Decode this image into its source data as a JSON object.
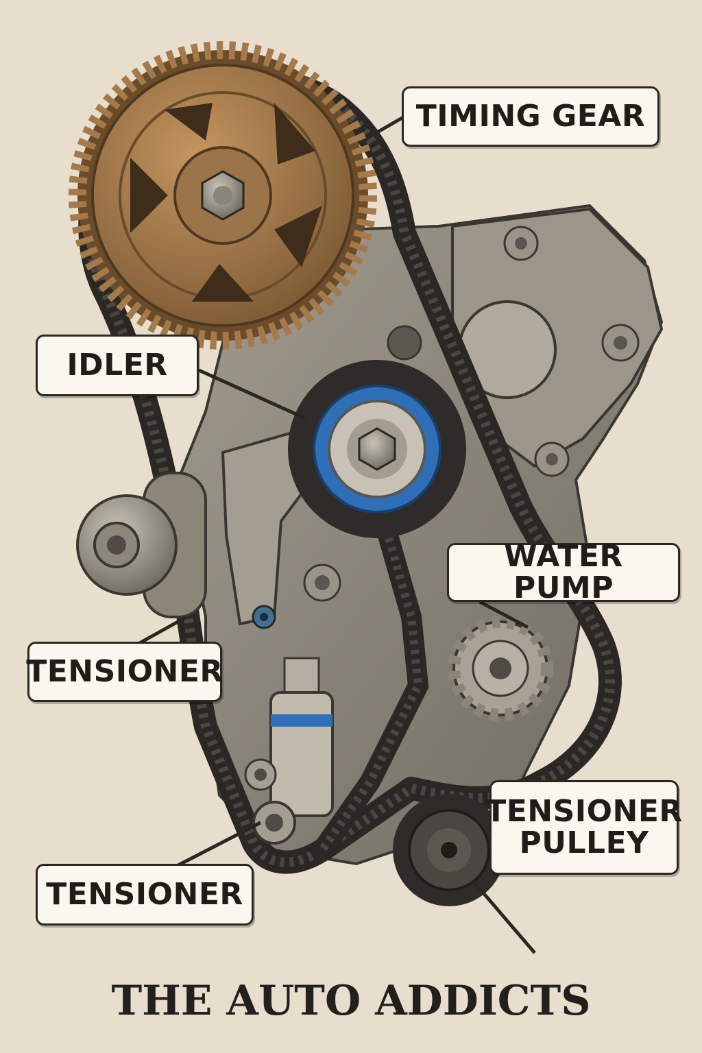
{
  "labels": {
    "timing_gear": "TIMING GEAR",
    "idler": "IDLER",
    "water_pump": "WATER PUMP",
    "tensioner_upper": "TENSIONER",
    "tensioner_lower": "TENSIONER",
    "tensioner_pulley_line1": "TENSIONER",
    "tensioner_pulley_line2": "PULLEY"
  },
  "brand": "THE AUTO ADDICTS",
  "colors": {
    "background": "#e8dece",
    "engine_metal": "#8d877b",
    "timing_gear_bronze": "#a47a4a",
    "belt": "#2a2725",
    "idler_ring_blue": "#2f6fb8",
    "callout_fill": "#fbf7ee",
    "callout_border": "#2a2622"
  },
  "icons": [
    "timing-gear-icon",
    "idler-pulley-icon",
    "water-pump-gear-icon",
    "tensioner-pulley-icon",
    "hydraulic-tensioner-icon",
    "engine-block-icon",
    "timing-belt-icon"
  ]
}
